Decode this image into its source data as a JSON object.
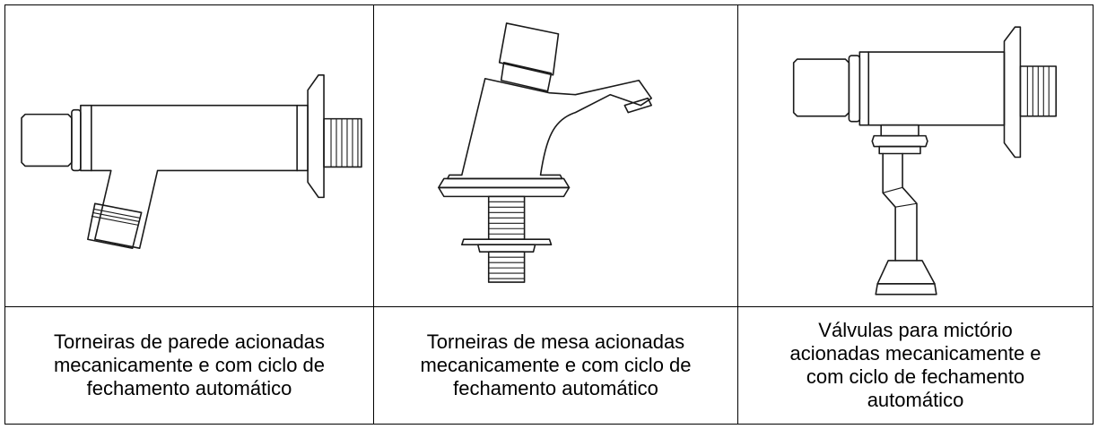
{
  "items": [
    {
      "icon": "wall-faucet-drawing",
      "caption_lines": [
        "Torneiras de parede acionadas",
        "mecanicamente e com ciclo de",
        "fechamento automático"
      ]
    },
    {
      "icon": "table-faucet-drawing",
      "caption_lines": [
        "Torneiras de mesa acionadas",
        "mecanicamente e com ciclo de",
        "fechamento automático"
      ]
    },
    {
      "icon": "urinal-valve-drawing",
      "caption_lines": [
        "Válvulas para mictório",
        "acionadas mecanicamente e",
        "com ciclo de fechamento",
        "automático"
      ]
    }
  ]
}
